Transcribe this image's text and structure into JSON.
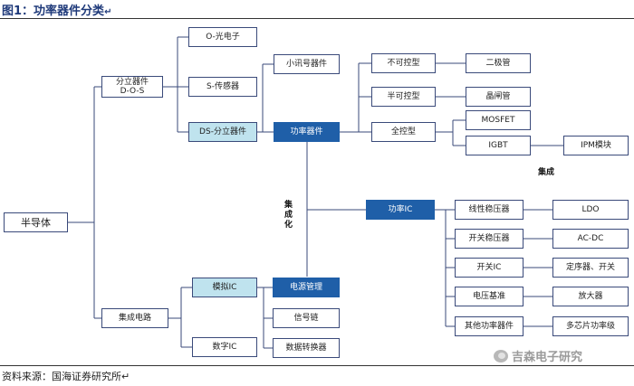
{
  "header": {
    "figure_label": "图1：",
    "title": "功率器件分类",
    "mark": "↵"
  },
  "footer": {
    "source": "资料来源：国海证券研究所↵"
  },
  "watermark": {
    "text": "吉森电子研究"
  },
  "diagram": {
    "nodes": {
      "semiconductor": "半导体",
      "discrete": "分立器件\nD-O-S",
      "opto": "O-光电子",
      "sensor": "S-传感器",
      "ds_discrete": "DS-分立器件",
      "small_signal": "小讯号器件",
      "power_device": "功率器件",
      "uncontrolled": "不可控型",
      "semi_controlled": "半可控型",
      "full_controlled": "全控型",
      "diode": "二极管",
      "thyristor": "晶闸管",
      "mosfet": "MOSFET",
      "igbt": "IGBT",
      "ipm": "IPM模块",
      "power_ic": "功率IC",
      "linear_reg": "线性稳压器",
      "switch_reg": "开关稳压器",
      "switch_ic": "开关IC",
      "voltage_ref": "电压基准",
      "other_power": "其他功率器件",
      "ldo": "LDO",
      "acdc": "AC-DC",
      "timer_switch": "定序器、开关",
      "amplifier": "放大器",
      "multichip": "多芯片功率级",
      "ic": "集成电路",
      "analog_ic": "模拟IC",
      "digital_ic": "数字IC",
      "power_mgmt": "电源管理",
      "signal_chain": "信号链",
      "data_converter": "数据转换器"
    },
    "labels": {
      "integration": "集成",
      "integration_v": "集成化"
    },
    "colors": {
      "line": "#3a4a7a",
      "dark": "#1f5fa8",
      "light": "#bfe3ee"
    }
  }
}
